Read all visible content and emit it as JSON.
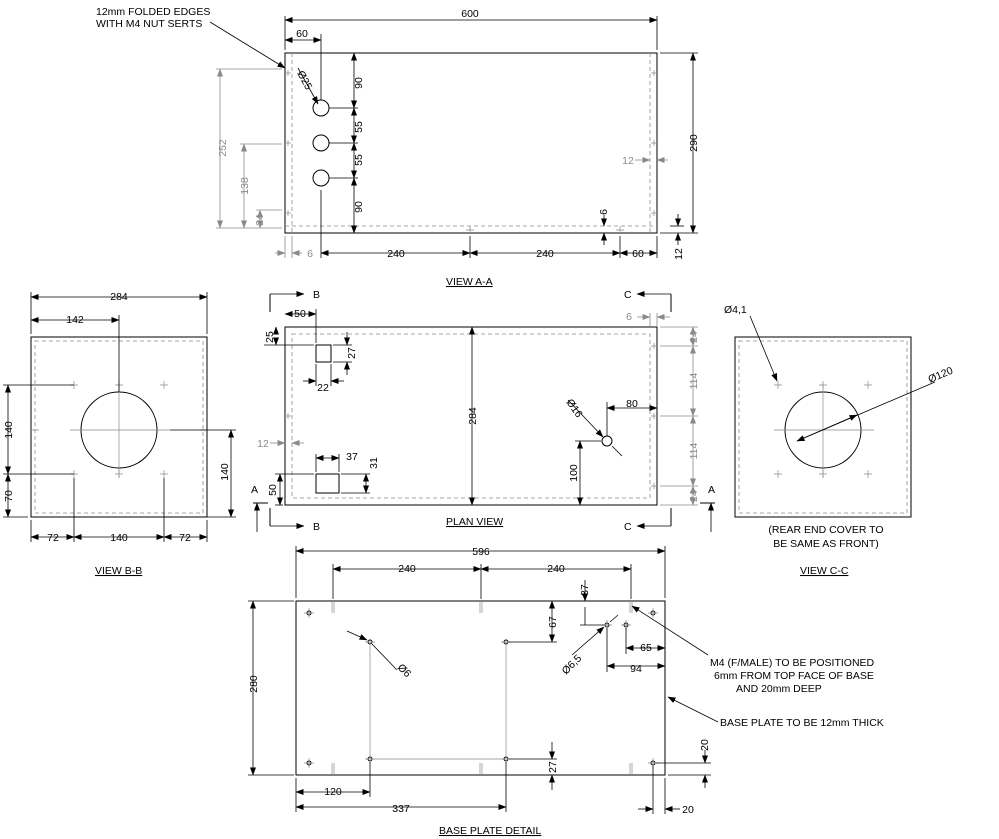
{
  "view_titles": {
    "view_aa": "VIEW A-A",
    "plan": "PLAN VIEW",
    "view_bb": "VIEW B-B",
    "view_cc": "VIEW C-C",
    "base": "BASE PLATE DETAIL"
  },
  "notes": {
    "folded_1": "12mm FOLDED EDGES",
    "folded_2": "WITH M4 NUT SERTS",
    "rear_1": "(REAR END COVER TO",
    "rear_2": "BE SAME AS FRONT)",
    "m4_1": "M4 (F/MALE) TO BE POSITIONED",
    "m4_2": "6mm FROM TOP FACE OF BASE",
    "m4_3": "AND 20mm DEEP",
    "baseplate": "BASE PLATE TO BE 12mm THICK"
  },
  "section_markers": {
    "a": "A",
    "b": "B",
    "c": "C"
  },
  "dims": {
    "aa_600": "600",
    "aa_60": "60",
    "aa_dia25": "Ø25",
    "aa_90a": "90",
    "aa_55a": "55",
    "aa_55b": "55",
    "aa_90b": "90",
    "aa_252": "252",
    "aa_138": "138",
    "aa_24": "24",
    "aa_6a": "6",
    "aa_240a": "240",
    "aa_240b": "240",
    "aa_60b": "60",
    "aa_12a": "12",
    "aa_6b": "6",
    "aa_290": "290",
    "aa_12b": "12",
    "bb_284": "284",
    "bb_142": "142",
    "bb_140v": "140",
    "bb_70": "70",
    "bb_72a": "72",
    "bb_140h": "140",
    "bb_72b": "72",
    "bb_140r": "140",
    "pv_50": "50",
    "pv_25": "25",
    "pv_27": "27",
    "pv_22": "22",
    "pv_12": "12",
    "pv_284": "284",
    "pv_37": "37",
    "pv_31": "31",
    "pv_50b": "50",
    "pv_dia16": "Ø16",
    "pv_80": "80",
    "pv_100": "100",
    "pv_6": "6",
    "pv_24a": "24",
    "pv_114a": "114",
    "pv_114b": "114",
    "pv_24b": "24",
    "cc_dia41": "Ø4,1",
    "cc_dia120": "Ø120",
    "bp_596": "596",
    "bp_240a": "240",
    "bp_240b": "240",
    "bp_37": "37",
    "bp_67": "67",
    "bp_dia6": "Ø6",
    "bp_dia65": "Ø6,5",
    "bp_65": "65",
    "bp_94": "94",
    "bp_280": "280",
    "bp_20a": "20",
    "bp_27": "27",
    "bp_120": "120",
    "bp_337": "337",
    "bp_20b": "20"
  }
}
